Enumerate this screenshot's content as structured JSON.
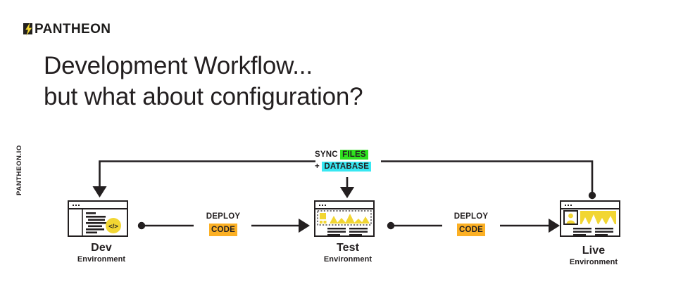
{
  "brand": {
    "logo_text": "PANTHEON",
    "logo_mark": "lightning-bolt-icon",
    "side_text": "PANTHEON.IO"
  },
  "title": {
    "line1": "Development Workflow...",
    "line2": "but what about configuration?"
  },
  "colors": {
    "ink": "#231f20",
    "files_highlight": "#2fe21f",
    "database_highlight": "#38e8f2",
    "code_highlight": "#fcb024",
    "accent_yellow": "#f2d633"
  },
  "diagram": {
    "type": "workflow",
    "nodes": [
      {
        "id": "dev",
        "name": "Dev",
        "sub": "Environment",
        "icon": "code-window-icon"
      },
      {
        "id": "test",
        "name": "Test",
        "sub": "Environment",
        "icon": "dashboard-window-icon"
      },
      {
        "id": "live",
        "name": "Live",
        "sub": "Environment",
        "icon": "site-window-icon"
      }
    ],
    "flows": [
      {
        "id": "deploy-dev-test",
        "from": "dev",
        "to": "test",
        "line1": "DEPLOY",
        "line2": "CODE",
        "highlight": "code"
      },
      {
        "id": "deploy-test-live",
        "from": "test",
        "to": "live",
        "line1": "DEPLOY",
        "line2": "CODE",
        "highlight": "code"
      }
    ],
    "sync": {
      "id": "sync-live-to-dev-test",
      "prefix": "SYNC",
      "files": "FILES",
      "plus": "+",
      "database": "DATABASE",
      "from": "live",
      "to": [
        "dev",
        "test"
      ]
    }
  }
}
